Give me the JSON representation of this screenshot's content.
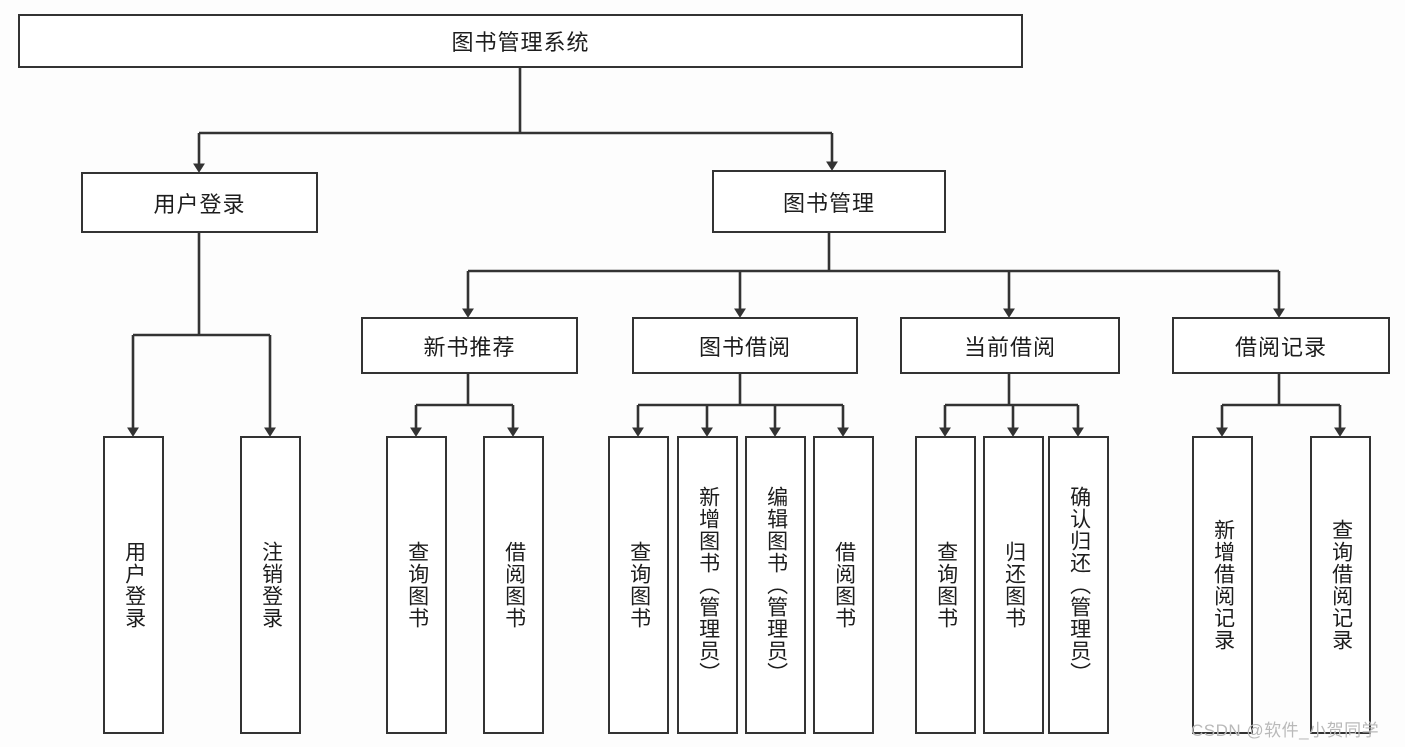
{
  "diagram": {
    "title": "图书管理系统",
    "type": "tree-hierarchy-diagram",
    "colors": {
      "border": "#333333",
      "box_fill": "#ffffff",
      "background": "#fdfdfd",
      "text": "#1d1d1d",
      "watermark": "#b9b9b9"
    },
    "root": {
      "label": "图书管理系统"
    },
    "level2": [
      {
        "label": "用户登录"
      },
      {
        "label": "图书管理"
      }
    ],
    "level3": [
      {
        "label": "新书推荐"
      },
      {
        "label": "图书借阅"
      },
      {
        "label": "当前借阅"
      },
      {
        "label": "借阅记录"
      }
    ],
    "leaves": {
      "user_login": [
        {
          "label": "用户登录"
        },
        {
          "label": "注销登录"
        }
      ],
      "new_book_recommend": [
        {
          "label": "查询图书"
        },
        {
          "label": "借阅图书"
        }
      ],
      "book_borrow": [
        {
          "label": "查询图书"
        },
        {
          "label": "新增图书（管理员）"
        },
        {
          "label": "编辑图书（管理员）"
        },
        {
          "label": "借阅图书"
        }
      ],
      "current_borrow": [
        {
          "label": "查询图书"
        },
        {
          "label": "归还图书"
        },
        {
          "label": "确认归还（管理员）"
        }
      ],
      "borrow_record": [
        {
          "label": "新增借阅记录"
        },
        {
          "label": "查询借阅记录"
        }
      ]
    }
  },
  "watermark": {
    "text": "CSDN @软件_小贺同学"
  }
}
